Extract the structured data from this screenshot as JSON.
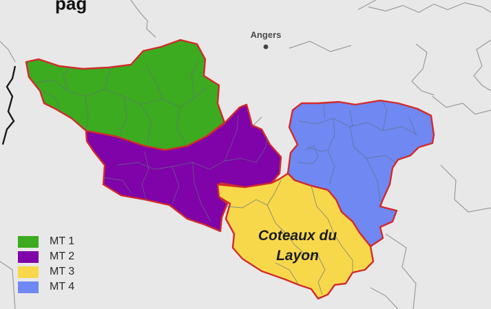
{
  "title_fragment": "pag",
  "city": {
    "name": "Angers"
  },
  "zones": [
    {
      "id": "mt1",
      "label": "MT 1",
      "color": "#3cab1f"
    },
    {
      "id": "mt2",
      "label": "MT 2",
      "color": "#7f03a8"
    },
    {
      "id": "mt3",
      "label": "MT 3",
      "color": "#f7d84b"
    },
    {
      "id": "mt4",
      "label": "MT 4",
      "color": "#6f88f2"
    }
  ],
  "area_label": {
    "line1": "Coteaux du",
    "line2": "Layon"
  },
  "colors": {
    "land": "#e8e8e8",
    "outline": "#d22a2a",
    "border": "#9a9a9a"
  }
}
